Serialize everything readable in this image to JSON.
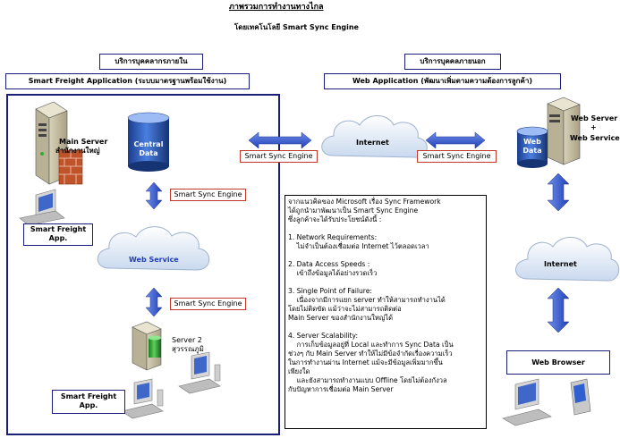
{
  "title": "ภาพรวมการทำงานทางไกล",
  "subtitle": "โดยเทคโนโลยี  Smart Sync Engine",
  "internal": {
    "group_label": "บริการบุคคลากรภายใน",
    "app_label": "Smart Freight Application (ระบบมาตรฐานพร้อมใช้งาน)",
    "main_server": "Main Server",
    "main_server_sub": "สำนักงานใหญ่",
    "central_data_1": "Central",
    "central_data_2": "Data",
    "sync_1": "Smart Sync Engine",
    "sync_2": "Smart Sync Engine",
    "client_top_1": "Smart Freight",
    "client_top_2": "App.",
    "web_service": "Web Service",
    "server2": "Server 2",
    "server2_sub": "สุวรรณภูมิ",
    "client_bottom_1": "Smart Freight",
    "client_bottom_2": "App."
  },
  "external": {
    "group_label": "บริการบุคคลภายนอก",
    "app_label": "Web Application (พัฒนาเพิ่มตามความต้องการลูกค้า)",
    "web_server_1": "Web Server",
    "web_server_2": "+",
    "web_server_3": "Web Service",
    "web_data_1": "Web",
    "web_data_2": "Data",
    "internet": "Internet",
    "web_browser": "Web Browser"
  },
  "middle": {
    "internet": "Internet",
    "sync_left": "Smart Sync Engine",
    "sync_right": "Smart Sync Engine"
  },
  "note_lines": [
    "จากแนวคิดของ Microsoft เรื่อง Sync Framework",
    "ได้ถูกนำมาพัฒนาเป็น Smart Sync Engine",
    "ซึ่งลูกค้าจะได้รับประโยชน์ดังนี้ :",
    "",
    "1. Network Requirements:",
    "    ไม่จำเป็นต้องเชื่อมต่อ Internet ไว้ตลอดเวลา",
    "",
    "2. Data Access Speeds :",
    "    เข้าถึงข้อมูลได้อย่างรวดเร็ว",
    "",
    "3. Single Point of Failure:",
    "    เนื่องจากมีการแยก server ทำให้สามารถทำงานได้",
    "โดยไม่ติดขัด แม้ว่าจะไม่สามารถติดต่อ",
    "Main Server ของสำนักงานใหญ่ได้",
    "",
    "4. Server Scalability:",
    "    การเก็บข้อมูลอยู่ที่ Local และทำการ Sync Data เป็น",
    "ช่วงๆ กับ Main Server ทำให้ไม่มีข้อจำกัดเรื่องความเร็ว",
    "ในการทำงานผ่าน Internet แม้จะมีข้อมูลเพิ่มมากขึ้น",
    "เพียงใด",
    "    และยังสามารถทำงานแบบ Offline โดยไม่ต้องกังวล",
    "กับปัญหาการเชื่อมต่อ Main Server"
  ]
}
